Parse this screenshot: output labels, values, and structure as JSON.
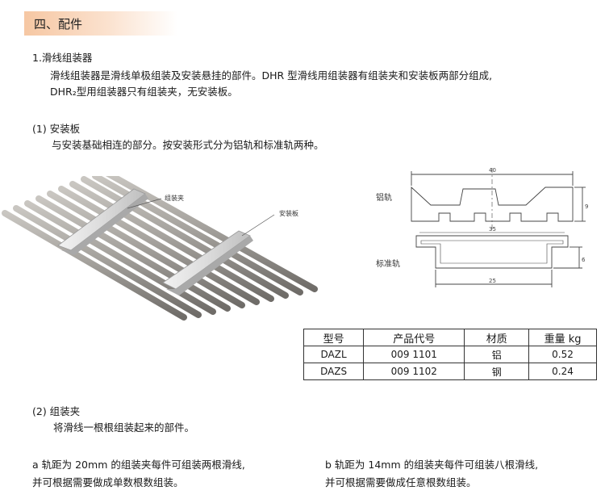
{
  "header": {
    "title": "四、配件"
  },
  "sec1": {
    "title": "1.滑线组装器",
    "desc_line1": "滑线组装器是滑线单极组装及安装悬挂的部件。DHR 型滑线用组装器有组装夹和安装板两部分组成,",
    "desc_line2": "DHR₂型用组装器只有组装夹，无安装板。"
  },
  "sub1": {
    "title": "(1) 安装板",
    "desc": "与安装基础相连的部分。按安装形式分为铝轨和标准轨两种。"
  },
  "photo": {
    "label_clip": "组装夹",
    "label_plate": "安装板"
  },
  "drawing": {
    "label_aluminum": "铝轨",
    "label_standard": "标准轨",
    "dim_alu_width": "40",
    "dim_alu_height": "9",
    "dim_std_top": "35",
    "dim_std_bottom": "25",
    "dim_std_height": "6"
  },
  "table": {
    "headers": [
      "型号",
      "产品代号",
      "材质",
      "重量 kg"
    ],
    "rows": [
      [
        "DAZL",
        "009 1101",
        "铝",
        "0.52"
      ],
      [
        "DAZS",
        "009 1102",
        "钢",
        "0.24"
      ]
    ]
  },
  "sub2": {
    "title": "(2) 组装夹",
    "desc": "将滑线一根根组装起来的部件。"
  },
  "notes": {
    "a_line1": "a 轨距为 20mm 的组装夹每件可组装两根滑线,",
    "a_line2": "并可根据需要做成单数根数组装。",
    "b_line1": "b 轨距为 14mm 的组装夹每件可组装八根滑线,",
    "b_line2": "并可根据需要做成任意根数组装。"
  },
  "colors": {
    "header_accent": "#f6c7a3",
    "rail": "#9b9893"
  }
}
